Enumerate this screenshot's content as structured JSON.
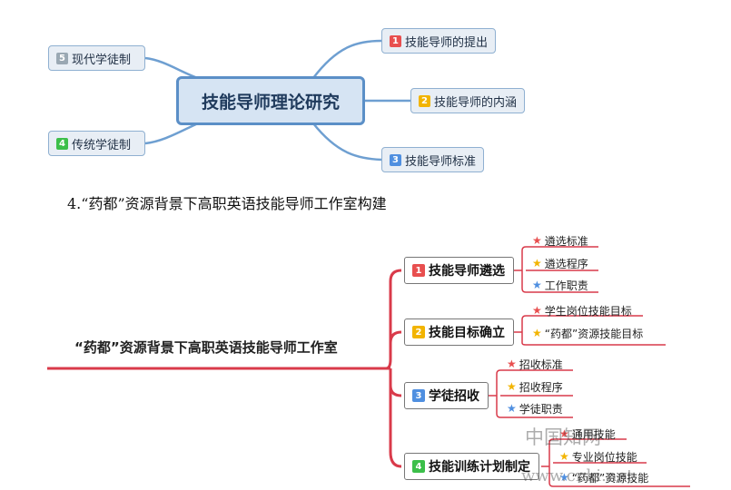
{
  "mindmap1": {
    "root": "技能导师理论研究",
    "children": [
      {
        "num": "1",
        "label": "技能导师的提出",
        "color": "#e84f4f"
      },
      {
        "num": "2",
        "label": "技能导师的内涵",
        "color": "#f2b400"
      },
      {
        "num": "3",
        "label": "技能导师标准",
        "color": "#4f8fe0"
      },
      {
        "num": "4",
        "label": "传统学徒制",
        "color": "#3cbf4a"
      },
      {
        "num": "5",
        "label": "现代学徒制",
        "color": "#9aa8b3"
      }
    ]
  },
  "caption": "4.“药都”资源背景下高职英语技能导师工作室构建",
  "mindmap2": {
    "root": "“药都”资源背景下高职英语技能导师工作室",
    "branches": [
      {
        "num": "1",
        "label": "技能导师遴选",
        "color": "#e84f4f",
        "leaves": [
          {
            "label": "遴选标准",
            "star": "#e84f4f"
          },
          {
            "label": "遴选程序",
            "star": "#f2b400"
          },
          {
            "label": "工作职责",
            "star": "#4f8fe0"
          }
        ]
      },
      {
        "num": "2",
        "label": "技能目标确立",
        "color": "#f2b400",
        "leaves": [
          {
            "label": "学生岗位技能目标",
            "star": "#e84f4f"
          },
          {
            "label": "“药都”资源技能目标",
            "star": "#f2b400"
          }
        ]
      },
      {
        "num": "3",
        "label": "学徒招收",
        "color": "#4f8fe0",
        "leaves": [
          {
            "label": "招收标准",
            "star": "#e84f4f"
          },
          {
            "label": "招收程序",
            "star": "#f2b400"
          },
          {
            "label": "学徒职责",
            "star": "#4f8fe0"
          }
        ]
      },
      {
        "num": "4",
        "label": "技能训练计划制定",
        "color": "#3cbf4a",
        "leaves": [
          {
            "label": "通用技能",
            "star": "#e84f4f"
          },
          {
            "label": "专业岗位技能",
            "star": "#f2b400"
          },
          {
            "label": "“药都”资源技能",
            "star": "#4f8fe0"
          }
        ]
      }
    ]
  },
  "watermark": {
    "line1": "中国知网",
    "line2": "www.cnki.net"
  },
  "colors": {
    "red_line": "#d93a4a",
    "blue_line": "#6e9fd1"
  }
}
